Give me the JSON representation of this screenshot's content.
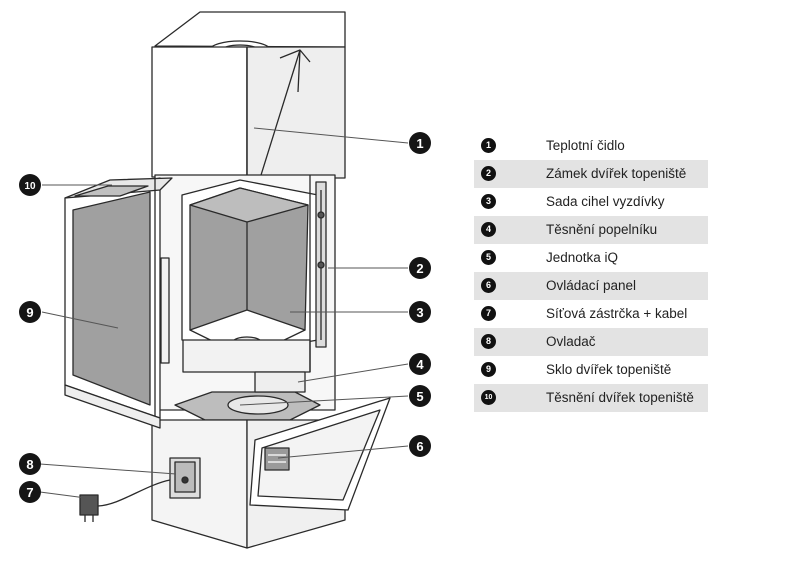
{
  "callouts": {
    "c1": "1",
    "c2": "2",
    "c3": "3",
    "c4": "4",
    "c5": "5",
    "c6": "6",
    "c7": "7",
    "c8": "8",
    "c9": "9",
    "c10": "10"
  },
  "legend": [
    {
      "num": "1",
      "label": "Teplotní čidlo"
    },
    {
      "num": "2",
      "label": "Zámek dvířek topeniště"
    },
    {
      "num": "3",
      "label": "Sada cihel vyzdívky"
    },
    {
      "num": "4",
      "label": "Těsnění popelníku"
    },
    {
      "num": "5",
      "label": "Jednotka iQ"
    },
    {
      "num": "6",
      "label": "Ovládací panel"
    },
    {
      "num": "7",
      "label": "Síťová zástrčka + kabel"
    },
    {
      "num": "8",
      "label": "Ovladač"
    },
    {
      "num": "9",
      "label": "Sklo dvířek topeniště"
    },
    {
      "num": "10",
      "label": "Těsnění dvířek topeniště"
    }
  ],
  "colors": {
    "glass": "#a0a0a0",
    "outline": "#2a2a2a",
    "callout_fill": "#151515",
    "legend_shade": "#e3e3e3"
  }
}
